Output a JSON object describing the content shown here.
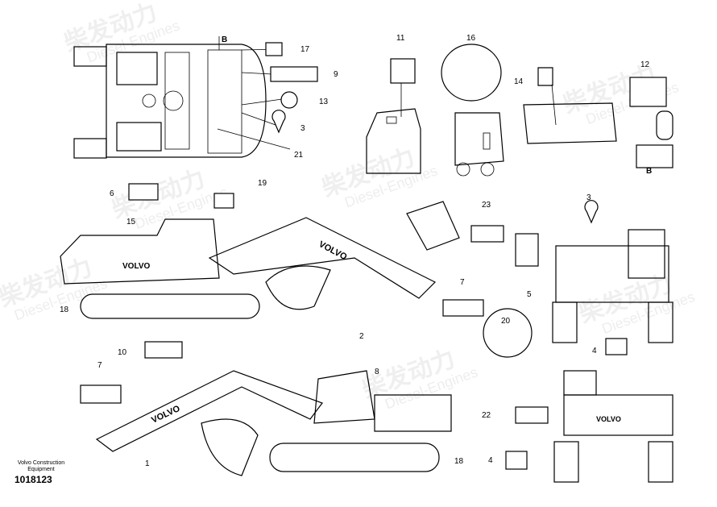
{
  "diagram": {
    "title_block": {
      "maker": "Volvo Construction Equipment",
      "part_number": "1018123"
    },
    "watermark": {
      "cn": "柴发动力",
      "en": "Diesel-Engines"
    },
    "brand_on_machine": "VOLVO",
    "callouts": [
      "B",
      "17",
      "9",
      "13",
      "3",
      "21",
      "11",
      "16",
      "14",
      "12",
      "B",
      "6",
      "19",
      "15",
      "23",
      "3",
      "5",
      "7",
      "18",
      "2",
      "10",
      "20",
      "4",
      "7",
      "8",
      "22",
      "18",
      "4",
      "1"
    ]
  }
}
